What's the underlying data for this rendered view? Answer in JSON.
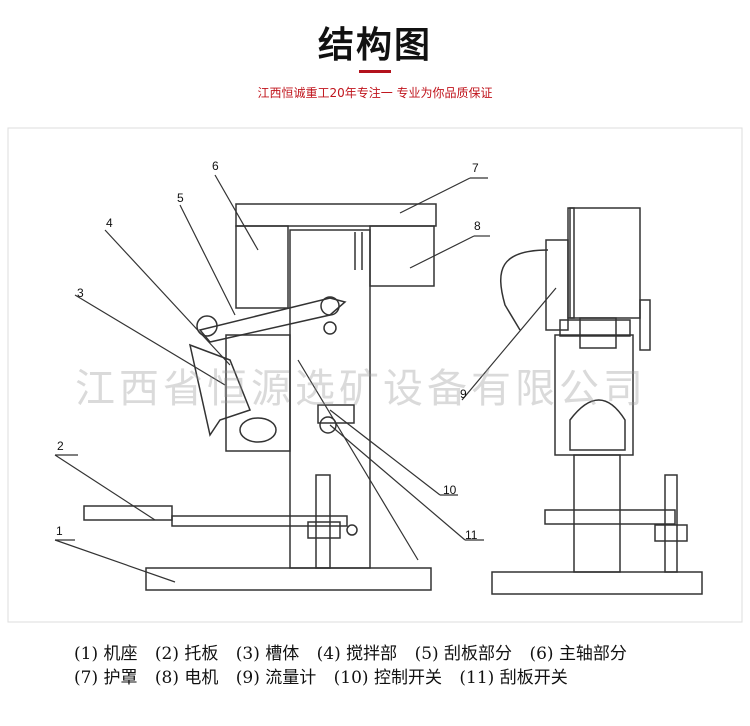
{
  "header": {
    "title": "结构图",
    "subtitle": "江西恒诚重工20年专注一 专业为你品质保证"
  },
  "watermark": "江西省恒源选矿设备有限公司",
  "callouts": [
    "1",
    "2",
    "3",
    "4",
    "5",
    "6",
    "7",
    "8",
    "9",
    "10",
    "11"
  ],
  "legend": {
    "row1": [
      "(1) 机座",
      "(2) 托板",
      "(3) 槽体",
      "(4) 搅拌部",
      "(5) 刮板部分",
      "(6) 主轴部分"
    ],
    "row2": [
      "(7) 护罩",
      "(8) 电机",
      "(9) 流量计",
      "(10) 控制开关",
      "(11) 刮板开关"
    ]
  }
}
